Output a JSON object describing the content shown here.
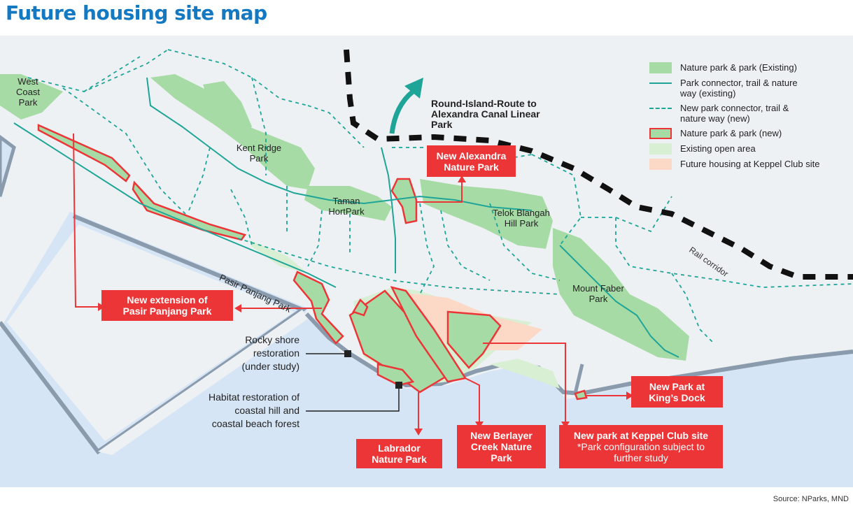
{
  "title": "Future housing site map",
  "source": "Source: NParks, MND",
  "colors": {
    "title": "#1379c2",
    "sea": "#d5e5f5",
    "land": "#eef1f4",
    "nature_park": "#a7dba5",
    "open_area": "#d8efd3",
    "housing": "#fcd9c6",
    "connector": "#1fa597",
    "new_label": "#ec3537",
    "rail": "#111111",
    "road": "#8a9bad"
  },
  "route_label": "Round-Island-Route to Alexandra Canal Linear Park",
  "places": {
    "west_coast": [
      "West",
      "Coast",
      "Park"
    ],
    "kent_ridge": [
      "Kent Ridge",
      "Park"
    ],
    "taman": [
      "Taman",
      "HortPark"
    ],
    "telok": [
      "Telok Blangah",
      "Hill Park"
    ],
    "mount_faber": [
      "Mount Faber",
      "Park"
    ],
    "pasir_panjang": "Pasir Panjang Park",
    "rail": "Rail corridor"
  },
  "new_parks": {
    "alexandra": [
      "New Alexandra",
      "Nature Park"
    ],
    "pasir_ext": [
      "New extension of",
      "Pasir Panjang Park"
    ],
    "labrador": [
      "Labrador",
      "Nature Park"
    ],
    "berlayer": [
      "New Berlayer",
      "Creek Nature",
      "Park"
    ],
    "keppel": {
      "title": "New park at Keppel Club site",
      "note": [
        "*Park configuration subject to",
        "further study"
      ]
    },
    "kings": [
      "New Park at",
      "King’s Dock"
    ]
  },
  "annotations": {
    "rocky": [
      "Rocky shore",
      "restoration",
      "(under study)"
    ],
    "habitat": [
      "Habitat restoration of",
      "coastal hill and",
      "coastal beach forest"
    ]
  },
  "legend": [
    {
      "icon": "existing-park-swatch",
      "label": "Nature park & park (Existing)"
    },
    {
      "icon": "solid-connector-line",
      "label": "Park connector, trail & nature way (existing)"
    },
    {
      "icon": "dashed-connector-line",
      "label": "New park connector, trail & nature way (new)"
    },
    {
      "icon": "new-park-swatch",
      "label": "Nature park & park (new)"
    },
    {
      "icon": "open-area-swatch",
      "label": "Existing open area"
    },
    {
      "icon": "housing-swatch",
      "label": "Future housing at Keppel Club site"
    }
  ]
}
